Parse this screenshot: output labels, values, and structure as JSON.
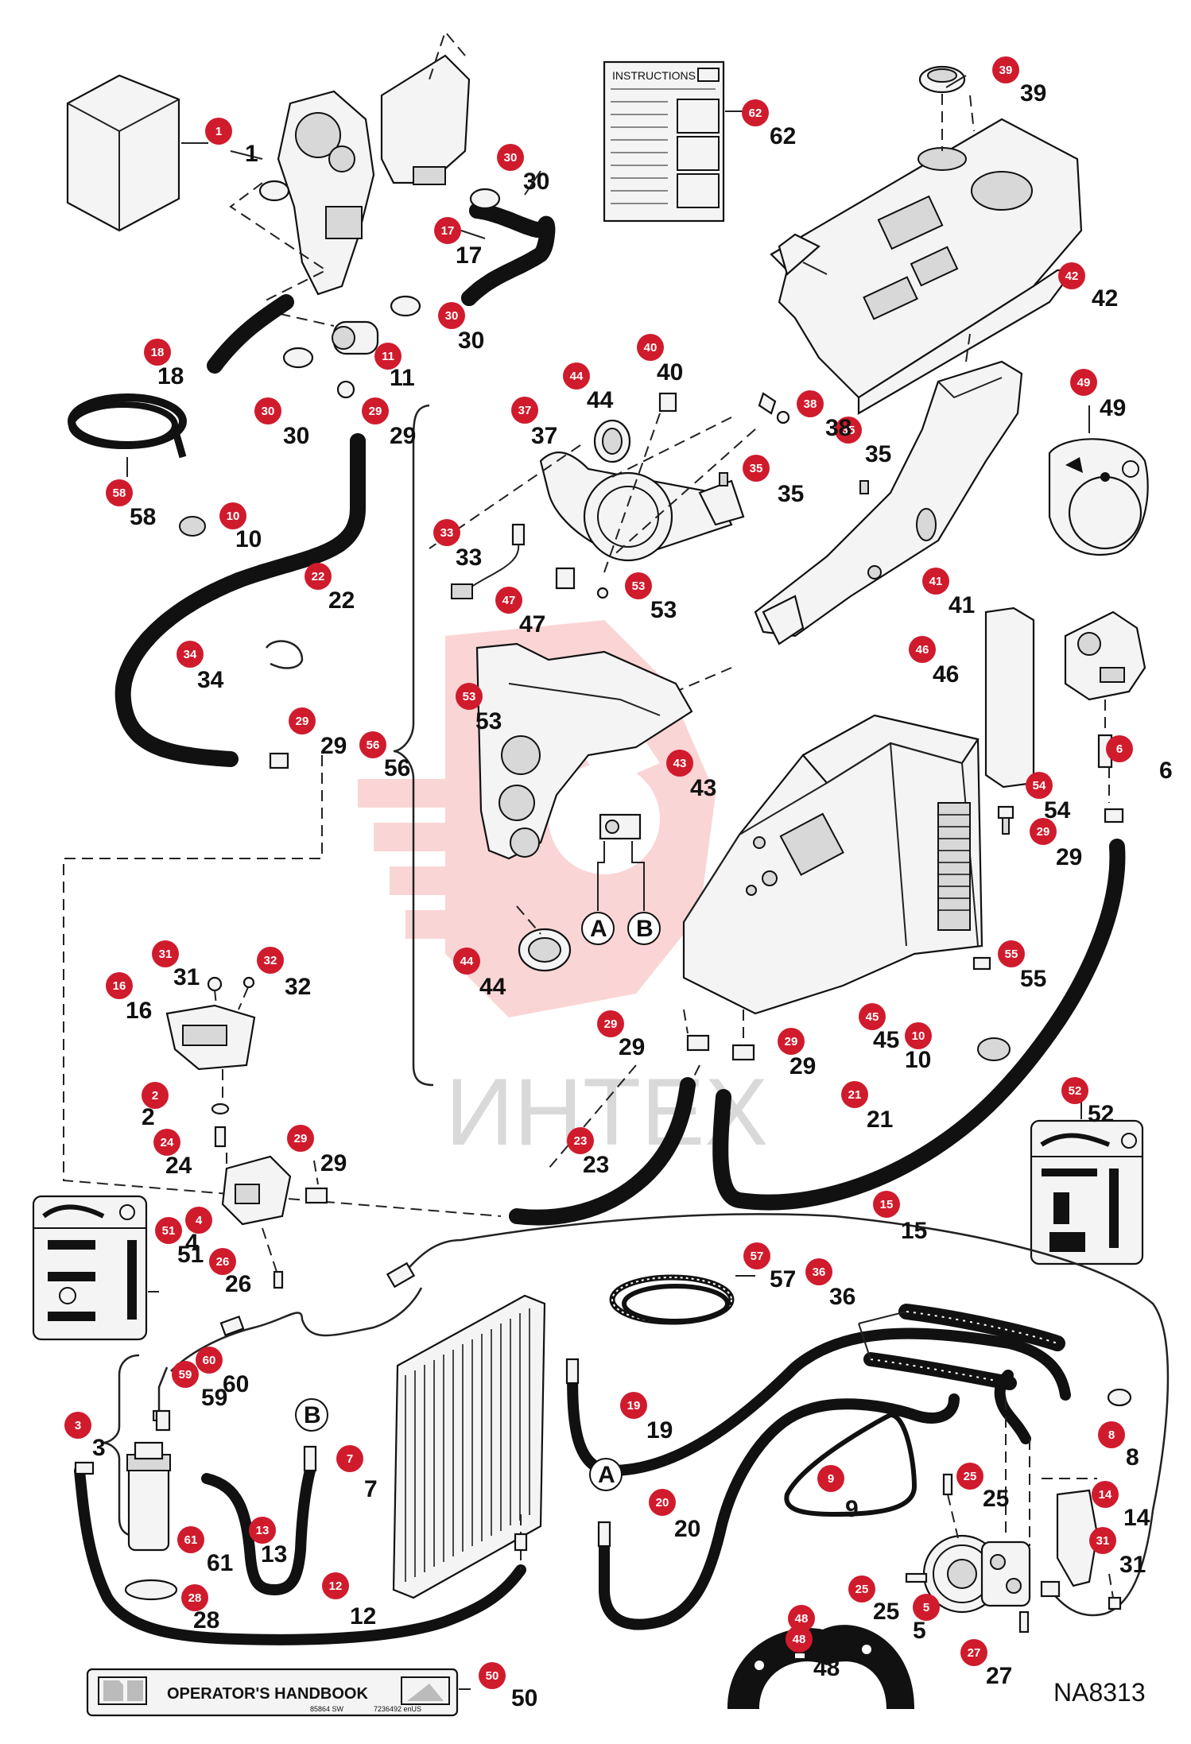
{
  "diagram_id": "NA8313",
  "watermark": "ИНТЕХ",
  "colors": {
    "callout": "#d01b2d",
    "watermark": "#f29a9a",
    "line": "#111111"
  },
  "instructions_title": "INSTRUCTIONS",
  "handbook": {
    "title": "OPERATOR'S HANDBOOK",
    "code1": "85864 SW",
    "code2": "7236492 enUS"
  },
  "sub_views": [
    "A",
    "B",
    "A",
    "B"
  ],
  "callouts": [
    {
      "ref": "1",
      "label": "1"
    },
    {
      "ref": "2",
      "label": "2"
    },
    {
      "ref": "3",
      "label": "3"
    },
    {
      "ref": "4",
      "label": "4"
    },
    {
      "ref": "5",
      "label": "5"
    },
    {
      "ref": "6",
      "label": "6"
    },
    {
      "ref": "7",
      "label": "7"
    },
    {
      "ref": "8",
      "label": "8"
    },
    {
      "ref": "9",
      "label": "9"
    },
    {
      "ref": "10",
      "label": "10"
    },
    {
      "ref": "10",
      "label": "10"
    },
    {
      "ref": "11",
      "label": "11"
    },
    {
      "ref": "12",
      "label": "12"
    },
    {
      "ref": "13",
      "label": "13"
    },
    {
      "ref": "14",
      "label": "14"
    },
    {
      "ref": "15",
      "label": "15"
    },
    {
      "ref": "16",
      "label": "16"
    },
    {
      "ref": "17",
      "label": "17"
    },
    {
      "ref": "18",
      "label": "18"
    },
    {
      "ref": "19",
      "label": "19"
    },
    {
      "ref": "20",
      "label": "20"
    },
    {
      "ref": "21",
      "label": "21"
    },
    {
      "ref": "22",
      "label": "22"
    },
    {
      "ref": "23",
      "label": "23"
    },
    {
      "ref": "24",
      "label": "24"
    },
    {
      "ref": "25",
      "label": "25"
    },
    {
      "ref": "25",
      "label": "25"
    },
    {
      "ref": "26",
      "label": "26"
    },
    {
      "ref": "27",
      "label": "27"
    },
    {
      "ref": "28",
      "label": "28"
    },
    {
      "ref": "29",
      "label": "29"
    },
    {
      "ref": "29",
      "label": "29"
    },
    {
      "ref": "29",
      "label": "29"
    },
    {
      "ref": "29",
      "label": "29"
    },
    {
      "ref": "29",
      "label": "29"
    },
    {
      "ref": "29",
      "label": "29"
    },
    {
      "ref": "30",
      "label": "30"
    },
    {
      "ref": "30",
      "label": "30"
    },
    {
      "ref": "30",
      "label": "30"
    },
    {
      "ref": "31",
      "label": "31"
    },
    {
      "ref": "31",
      "label": "31"
    },
    {
      "ref": "32",
      "label": "32"
    },
    {
      "ref": "33",
      "label": "33"
    },
    {
      "ref": "34",
      "label": "34"
    },
    {
      "ref": "35",
      "label": "35"
    },
    {
      "ref": "35",
      "label": "35"
    },
    {
      "ref": "36",
      "label": "36"
    },
    {
      "ref": "37",
      "label": "37"
    },
    {
      "ref": "38",
      "label": "38"
    },
    {
      "ref": "39",
      "label": "39"
    },
    {
      "ref": "40",
      "label": "40"
    },
    {
      "ref": "41",
      "label": "41"
    },
    {
      "ref": "42",
      "label": "42"
    },
    {
      "ref": "43",
      "label": "43"
    },
    {
      "ref": "44",
      "label": "44"
    },
    {
      "ref": "44",
      "label": "44"
    },
    {
      "ref": "45",
      "label": "45"
    },
    {
      "ref": "46",
      "label": "46"
    },
    {
      "ref": "47",
      "label": "47"
    },
    {
      "ref": "48",
      "label": "48"
    },
    {
      "ref": "48",
      "label": "48"
    },
    {
      "ref": "49",
      "label": "49"
    },
    {
      "ref": "50",
      "label": "50"
    },
    {
      "ref": "51",
      "label": "51"
    },
    {
      "ref": "52",
      "label": "52"
    },
    {
      "ref": "53",
      "label": "53"
    },
    {
      "ref": "53",
      "label": "53"
    },
    {
      "ref": "54",
      "label": "54"
    },
    {
      "ref": "55",
      "label": "55"
    },
    {
      "ref": "56",
      "label": "56"
    },
    {
      "ref": "57",
      "label": "57"
    },
    {
      "ref": "58",
      "label": "58"
    },
    {
      "ref": "59",
      "label": "59"
    },
    {
      "ref": "60",
      "label": "60"
    },
    {
      "ref": "61",
      "label": "61"
    },
    {
      "ref": "62",
      "label": "62"
    }
  ]
}
